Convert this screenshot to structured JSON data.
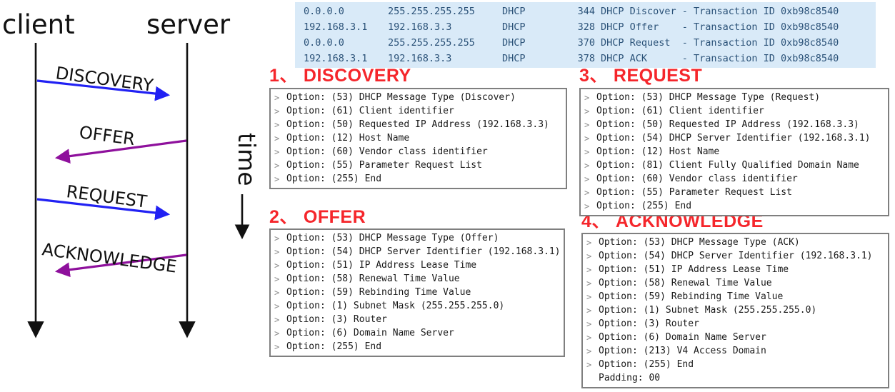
{
  "sequence_diagram": {
    "client_label": "client",
    "server_label": "server",
    "time_label": "time",
    "messages": [
      {
        "label": "DISCOVERY",
        "from": "client",
        "to": "server",
        "color": "#2121f3"
      },
      {
        "label": "OFFER",
        "from": "server",
        "to": "client",
        "color": "#8e109c"
      },
      {
        "label": "REQUEST",
        "from": "client",
        "to": "server",
        "color": "#2121f3"
      },
      {
        "label": "ACKNOWLEDGE",
        "from": "server",
        "to": "client",
        "color": "#8e109c"
      }
    ]
  },
  "packet_list": {
    "row_background": "#d9eaf8",
    "text_color": "#2b5278",
    "rows": [
      {
        "source": "0.0.0.0",
        "destination": "255.255.255.255",
        "protocol": "DHCP",
        "length": "344",
        "info": "DHCP Discover - Transaction ID 0xb98c8540"
      },
      {
        "source": "192.168.3.1",
        "destination": "192.168.3.3",
        "protocol": "DHCP",
        "length": "328",
        "info": "DHCP Offer    - Transaction ID 0xb98c8540"
      },
      {
        "source": "0.0.0.0",
        "destination": "255.255.255.255",
        "protocol": "DHCP",
        "length": "370",
        "info": "DHCP Request  - Transaction ID 0xb98c8540"
      },
      {
        "source": "192.168.3.1",
        "destination": "192.168.3.3",
        "protocol": "DHCP",
        "length": "378",
        "info": "DHCP ACK      - Transaction ID 0xb98c8540"
      }
    ]
  },
  "heading_color": "#f5262b",
  "panels": [
    {
      "number": "1、",
      "title": "DISCOVERY",
      "options": [
        {
          "expandable": true,
          "text": "Option: (53) DHCP Message Type (Discover)"
        },
        {
          "expandable": true,
          "text": "Option: (61) Client identifier"
        },
        {
          "expandable": true,
          "text": "Option: (50) Requested IP Address (192.168.3.3)"
        },
        {
          "expandable": true,
          "text": "Option: (12) Host Name"
        },
        {
          "expandable": true,
          "text": "Option: (60) Vendor class identifier"
        },
        {
          "expandable": true,
          "text": "Option: (55) Parameter Request List"
        },
        {
          "expandable": true,
          "text": "Option: (255) End"
        }
      ]
    },
    {
      "number": "2、",
      "title": "OFFER",
      "options": [
        {
          "expandable": true,
          "text": "Option: (53) DHCP Message Type (Offer)"
        },
        {
          "expandable": true,
          "text": "Option: (54) DHCP Server Identifier (192.168.3.1)"
        },
        {
          "expandable": true,
          "text": "Option: (51) IP Address Lease Time"
        },
        {
          "expandable": true,
          "text": "Option: (58) Renewal Time Value"
        },
        {
          "expandable": true,
          "text": "Option: (59) Rebinding Time Value"
        },
        {
          "expandable": true,
          "text": "Option: (1) Subnet Mask (255.255.255.0)"
        },
        {
          "expandable": true,
          "text": "Option: (3) Router"
        },
        {
          "expandable": true,
          "text": "Option: (6) Domain Name Server"
        },
        {
          "expandable": true,
          "text": "Option: (255) End"
        }
      ]
    },
    {
      "number": "3、",
      "title": "REQUEST",
      "options": [
        {
          "expandable": true,
          "text": "Option: (53) DHCP Message Type (Request)"
        },
        {
          "expandable": true,
          "text": "Option: (61) Client identifier"
        },
        {
          "expandable": true,
          "text": "Option: (50) Requested IP Address (192.168.3.3)"
        },
        {
          "expandable": true,
          "text": "Option: (54) DHCP Server Identifier (192.168.3.1)"
        },
        {
          "expandable": true,
          "text": "Option: (12) Host Name"
        },
        {
          "expandable": true,
          "text": "Option: (81) Client Fully Qualified Domain Name"
        },
        {
          "expandable": true,
          "text": "Option: (60) Vendor class identifier"
        },
        {
          "expandable": true,
          "text": "Option: (55) Parameter Request List"
        },
        {
          "expandable": true,
          "text": "Option: (255) End"
        }
      ]
    },
    {
      "number": "4、",
      "title": "ACKNOWLEDGE",
      "options": [
        {
          "expandable": true,
          "text": "Option: (53) DHCP Message Type (ACK)"
        },
        {
          "expandable": true,
          "text": "Option: (54) DHCP Server Identifier (192.168.3.1)"
        },
        {
          "expandable": true,
          "text": "Option: (51) IP Address Lease Time"
        },
        {
          "expandable": true,
          "text": "Option: (58) Renewal Time Value"
        },
        {
          "expandable": true,
          "text": "Option: (59) Rebinding Time Value"
        },
        {
          "expandable": true,
          "text": "Option: (1) Subnet Mask (255.255.255.0)"
        },
        {
          "expandable": true,
          "text": "Option: (3) Router"
        },
        {
          "expandable": true,
          "text": "Option: (6) Domain Name Server"
        },
        {
          "expandable": true,
          "text": "Option: (213) V4 Access Domain"
        },
        {
          "expandable": true,
          "text": "Option: (255) End"
        },
        {
          "expandable": false,
          "text": "Padding: 00"
        }
      ]
    }
  ]
}
